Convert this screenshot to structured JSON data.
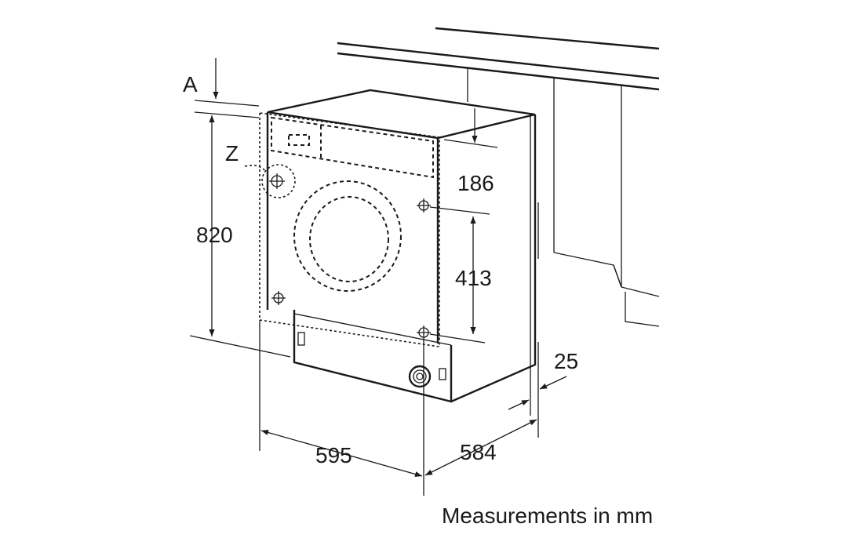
{
  "labels": {
    "a": "A",
    "z": "Z",
    "height": "820",
    "niche_top": "186",
    "mount_spacing": "413",
    "width": "595",
    "depth": "584",
    "gap": "25",
    "caption": "Measurements in mm"
  }
}
